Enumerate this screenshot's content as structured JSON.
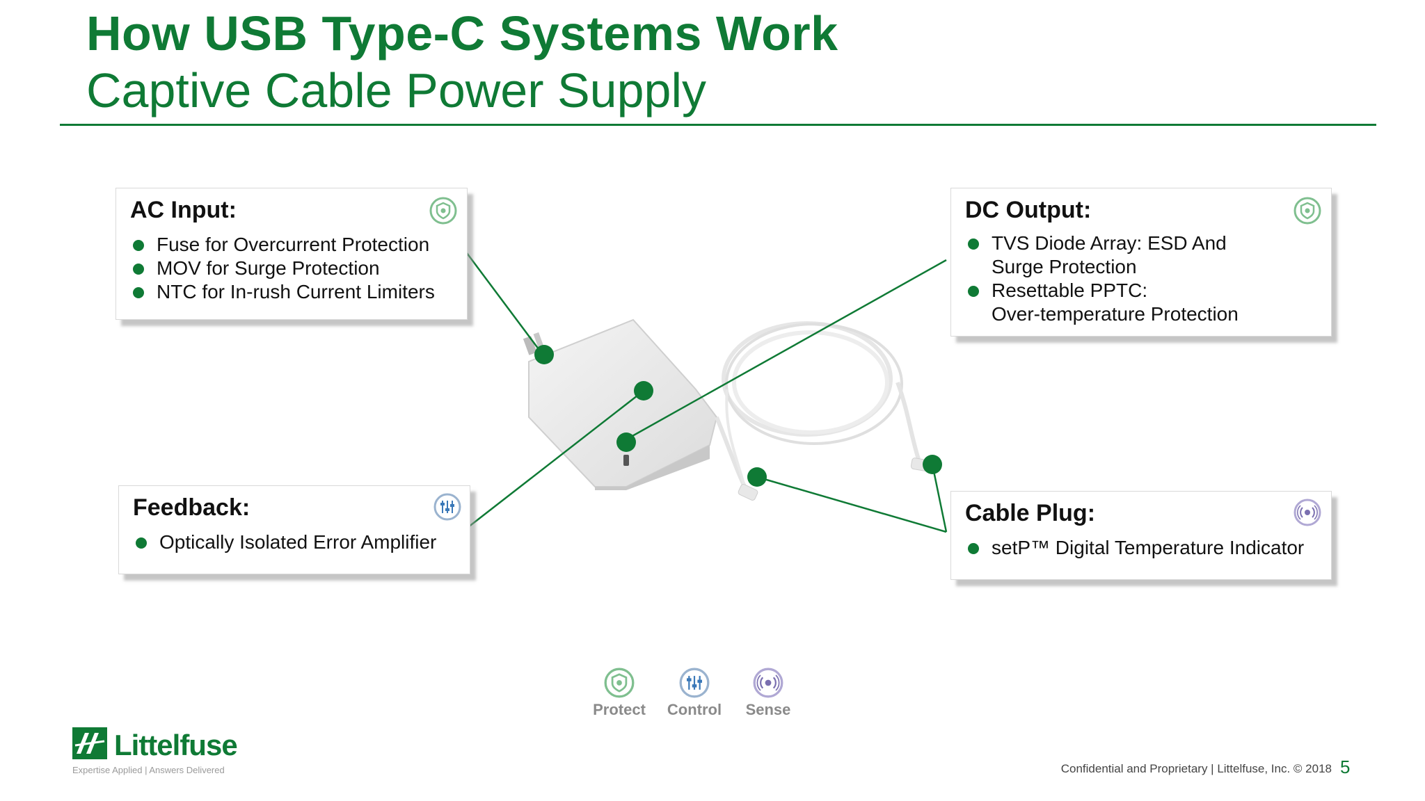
{
  "header": {
    "title": "How USB Type-C Systems Work",
    "subtitle": "Captive Cable Power Supply"
  },
  "callouts": {
    "ac_input": {
      "title": "AC Input:",
      "items": [
        "Fuse for Overcurrent Protection",
        "MOV for Surge Protection",
        "NTC for In-rush Current Limiters"
      ]
    },
    "dc_output": {
      "title": "DC Output:",
      "items": [
        "TVS Diode Array: ESD And",
        "Surge Protection",
        "Resettable PPTC:",
        "Over-temperature Protection"
      ]
    },
    "feedback": {
      "title": "Feedback:",
      "items": [
        "Optically Isolated Error Amplifier"
      ]
    },
    "cable_plug": {
      "title": "Cable Plug:",
      "items": [
        "setP™ Digital Temperature Indicator"
      ]
    }
  },
  "legend": {
    "protect": "Protect",
    "control": "Control",
    "sense": "Sense"
  },
  "brand": {
    "name": "Littelfuse",
    "tagline": "Expertise Applied | Answers Delivered"
  },
  "footer": {
    "text": "Confidential and Proprietary | Littelfuse, Inc. © 2018",
    "page": "5"
  },
  "colors": {
    "accent": "#0f7a35",
    "sense": "#7a6fb0",
    "control": "#3a78b8"
  }
}
